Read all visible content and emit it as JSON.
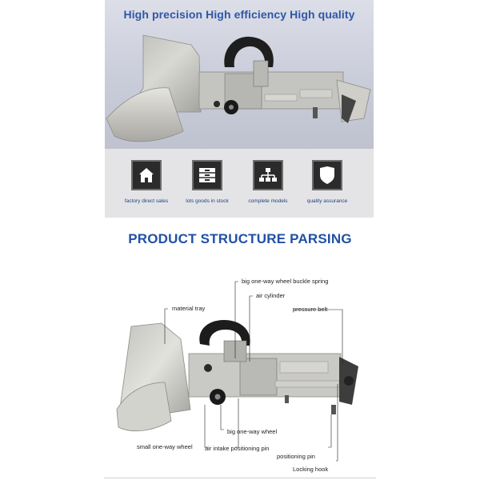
{
  "hero": {
    "tagline": "High precision  High efficiency  High quality",
    "features": [
      {
        "label": "factory direct sales",
        "icon": "house-icon"
      },
      {
        "label": "lots goods in stock",
        "icon": "drawers-icon"
      },
      {
        "label": "complete models",
        "icon": "org-chart-icon"
      },
      {
        "label": "quality assurance",
        "icon": "shield-icon"
      }
    ]
  },
  "section": {
    "title": "PRODUCT STRUCTURE PARSING"
  },
  "callouts": {
    "big_wheel_buckle_spring": "big one-way wheel buckle spring",
    "air_cylinder": "air cylinder",
    "material_tray": "material tray",
    "pressure_belt": "pressure belt",
    "big_one_way_wheel": "big one-way wheel",
    "small_one_way_wheel": "small one-way wheel",
    "air_intake_positioning_pin": "air intake positioning pin",
    "positioning_pin": "positioning pin",
    "locking_hook": "Locking hook"
  },
  "colors": {
    "title_blue": "#2150a6",
    "tagline_blue": "#2f57a7",
    "feature_label_blue": "#1f3f86",
    "icon_dark": "#2b2b2b"
  }
}
